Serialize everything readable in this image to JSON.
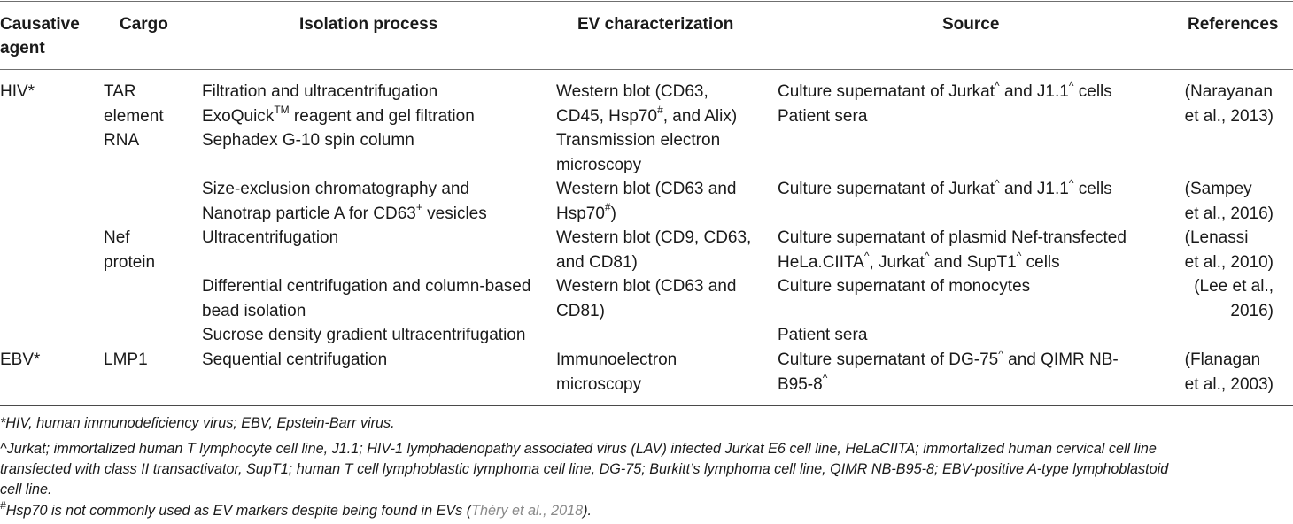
{
  "table": {
    "headers": {
      "causative_agent": [
        "Causative",
        "agent"
      ],
      "cargo": "Cargo",
      "isolation": "Isolation process",
      "ev": "EV characterization",
      "source": "Source",
      "references": "References"
    },
    "agents": {
      "hiv": "HIV*",
      "ebv": "EBV*"
    },
    "cargo": {
      "tar": [
        "TAR",
        "element",
        "RNA"
      ],
      "nef": [
        "Nef",
        "protein"
      ],
      "lmp1": "LMP1"
    },
    "isolation": {
      "r1_1": "Filtration and ultracentrifugation",
      "r1_2a": "ExoQuick",
      "r1_2sup": "TM",
      "r1_2b": " reagent and gel filtration",
      "r1_3": "Sephadex G-10 spin column",
      "r2_1": "Size-exclusion chromatography and",
      "r2_2a": "Nanotrap particle A for CD63",
      "r2_2sup": "+",
      "r2_2b": " vesicles",
      "r3_1": "Ultracentrifugation",
      "r4_1": "Differential centrifugation and column-based",
      "r4_2": "bead isolation",
      "r5_1": "Sucrose density gradient ultracentrifugation",
      "r6_1": "Sequential centrifugation"
    },
    "ev": {
      "r1_1": "Western blot (CD63,",
      "r1_2a": "CD45, Hsp70",
      "r1_2sup": "#",
      "r1_2b": ", and Alix)",
      "r1_3": "Transmission electron",
      "r1_4": "microscopy",
      "r2_1": "Western blot (CD63 and",
      "r2_2a": "Hsp70",
      "r2_2sup": "#",
      "r2_2b": ")",
      "r3_1": "Western blot (CD9, CD63,",
      "r3_2": "and CD81)",
      "r4_1": "Western blot (CD63 and",
      "r4_2": "CD81)",
      "r6_1": "Immunoelectron",
      "r6_2": "microscopy"
    },
    "source": {
      "jurkat_a": "Culture supernatant of Jurkat",
      "caret": "^",
      "jurkat_b": " and J1.1",
      "cells": " cells",
      "patient_sera": "Patient sera",
      "r3_1": "Culture supernatant of plasmid Nef-transfected",
      "r3_2a": "HeLa.CIITA",
      "r3_2b": ", Jurkat",
      "r3_2c": " and SupT1",
      "r4_1": "Culture supernatant of monocytes",
      "r6_1a": "Culture supernatant of DG-75",
      "r6_1b": " and QIMR NB-",
      "r6_2": "B95-8"
    },
    "refs": {
      "r1": [
        "(Narayanan",
        "et al., 2013)"
      ],
      "r2": [
        "(Sampey",
        "et al., 2016)"
      ],
      "r3": [
        "(Lenassi",
        "et al., 2010)"
      ],
      "r4": [
        "(Lee et al.,",
        "2016)"
      ],
      "r6": [
        "(Flanagan",
        "et al., 2003)"
      ]
    }
  },
  "footnotes": {
    "f1": "*HIV, human immunodeficiency virus; EBV, Epstein-Barr virus.",
    "f2": "^Jurkat; immortalized human T lymphocyte cell line, J1.1; HIV-1 lymphadenopathy associated virus (LAV) infected Jurkat E6 cell line, HeLaCIITA; immortalized human cervical cell line",
    "f3": "transfected with class II transactivator, SupT1; human T cell lymphoblastic lymphoma cell line, DG-75; Burkitt’s lymphoma cell line, QIMR NB-B95-8; EBV-positive A-type lymphoblastoid",
    "f4": "cell line.",
    "f5_sup": "#",
    "f5a": "Hsp70 is not commonly used as EV markers despite being found in EVs (",
    "f5_link": "Théry et al., 2018",
    "f5b": ")."
  }
}
